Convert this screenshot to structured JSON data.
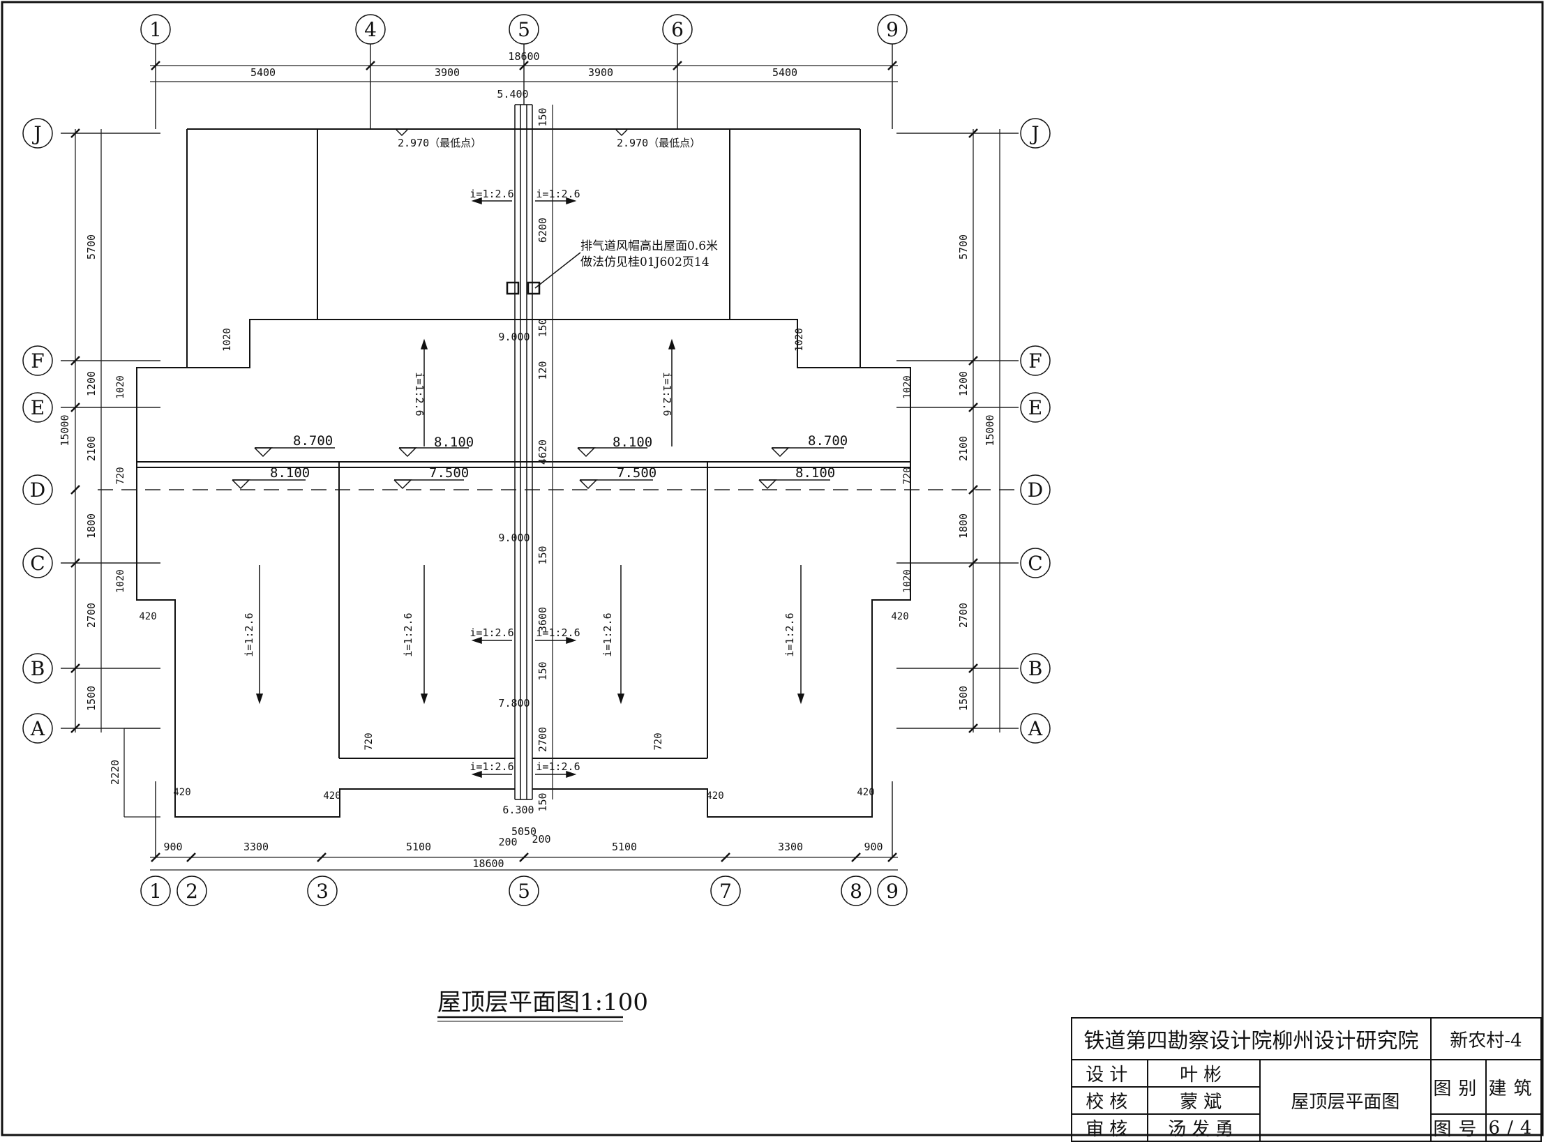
{
  "drawing": {
    "title": "屋顶层平面图1:100",
    "overall_width": "18600",
    "overall_depth": "15000",
    "top_dims": [
      "5400",
      "3900",
      "3900",
      "5400"
    ],
    "bottom_dims": [
      "900",
      "3300",
      "5100",
      "5100",
      "3300",
      "900"
    ],
    "bottom_center_dims": {
      "top": "5050",
      "left": "200",
      "right": "200"
    },
    "left_dims": [
      "5700",
      "1200",
      "2100",
      "1800",
      "2700",
      "1500"
    ],
    "left_extra": "2220",
    "mid_vertical_dims": [
      "150",
      "6200",
      "150",
      "120",
      "4620",
      "150",
      "3600",
      "150",
      "2700",
      "150"
    ],
    "step_dims": {
      "1020": "1020",
      "720": "720",
      "420": "420"
    },
    "levels": {
      "ridge_top": "5.400",
      "ridge_mid": "9.000",
      "ridge_mid2": "9.000",
      "ridge_low": "7.800",
      "ridge_bottom": "6.300",
      "low_point": "2.970（最低点）",
      "l_8700": "8.700",
      "l_8100": "8.100",
      "l_7500": "7.500"
    },
    "slope": "i=1:2.6",
    "note_line1": "排气道风帽高出屋面0.6米",
    "note_line2": "做法仿见桂01J602页14",
    "axes_top": [
      "1",
      "4",
      "5",
      "6",
      "9"
    ],
    "axes_bottom": [
      "1",
      "2",
      "3",
      "5",
      "7",
      "8",
      "9"
    ],
    "axes_side": [
      "J",
      "F",
      "E",
      "D",
      "C",
      "B",
      "A"
    ]
  },
  "title_block": {
    "org": "铁道第四勘察设计院柳州设计研究院",
    "project": "新农村-4",
    "rows": [
      {
        "role": "设计",
        "name": "叶彬"
      },
      {
        "role": "校核",
        "name": "蒙斌"
      },
      {
        "role": "审核",
        "name": "汤发勇"
      }
    ],
    "sheet_title": "屋顶层平面图",
    "category_label": "图别",
    "category_value": "建筑",
    "number_label": "图号",
    "number_value": "6/4"
  }
}
